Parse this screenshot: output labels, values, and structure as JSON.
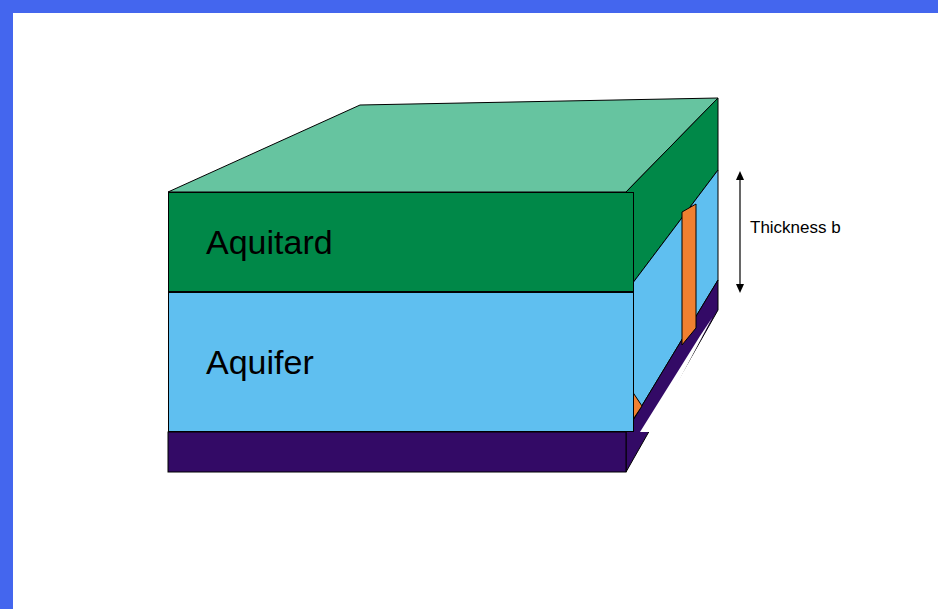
{
  "diagram": {
    "nodes": [
      {
        "text": [
          "Aquitard"
        ]
      },
      {
        "text": [
          "Aquifer"
        ]
      }
    ],
    "edges": [],
    "labels": [
      "Thickness b"
    ]
  }
}
